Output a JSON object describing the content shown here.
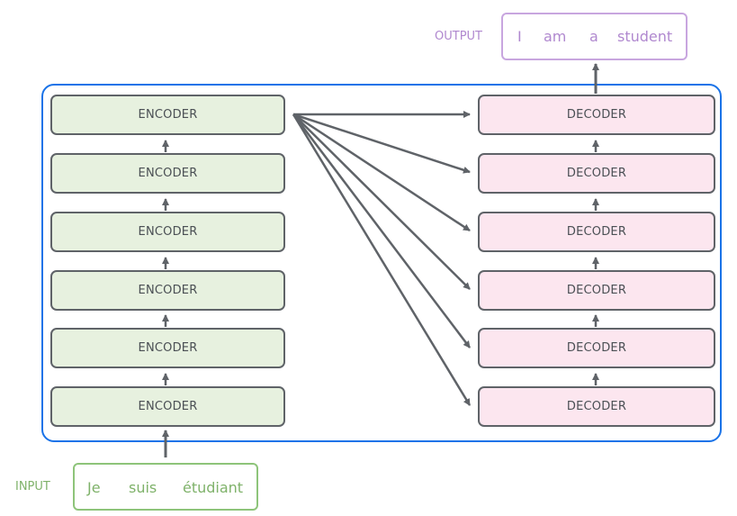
{
  "input": {
    "label": "INPUT",
    "words": [
      "Je",
      "suis",
      "étudiant"
    ]
  },
  "output": {
    "label": "OUTPUT",
    "words": [
      "I",
      "am",
      "a",
      "student"
    ]
  },
  "encoders": [
    "ENCODER",
    "ENCODER",
    "ENCODER",
    "ENCODER",
    "ENCODER",
    "ENCODER"
  ],
  "decoders": [
    "DECODER",
    "DECODER",
    "DECODER",
    "DECODER",
    "DECODER",
    "DECODER"
  ],
  "colors": {
    "container_border": "#1a73e8",
    "encoder_fill": "#e7f1df",
    "decoder_fill": "#fce6ef",
    "block_border": "#5f6368",
    "arrow": "#5f6368",
    "input_accent": "#7fb26a",
    "output_accent": "#b088cf"
  }
}
